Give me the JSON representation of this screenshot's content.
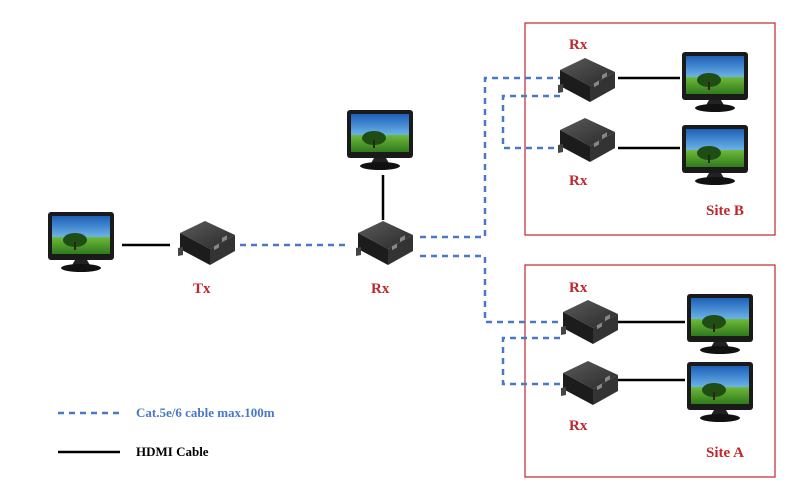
{
  "labels": {
    "tx": "Tx",
    "rx_center": "Rx",
    "rx_b_top": "Rx",
    "rx_b_bottom": "Rx",
    "rx_a_top": "Rx",
    "rx_a_bottom": "Rx",
    "site_b": "Site B",
    "site_a": "Site A"
  },
  "legend": {
    "cat_cable": "Cat.5e/6 cable max.100m",
    "hdmi_cable": "HDMI Cable"
  },
  "colors": {
    "label_red": "#c0262a",
    "cat_blue": "#4a78c8",
    "hdmi_black": "#000000",
    "site_border": "#c0262a"
  }
}
